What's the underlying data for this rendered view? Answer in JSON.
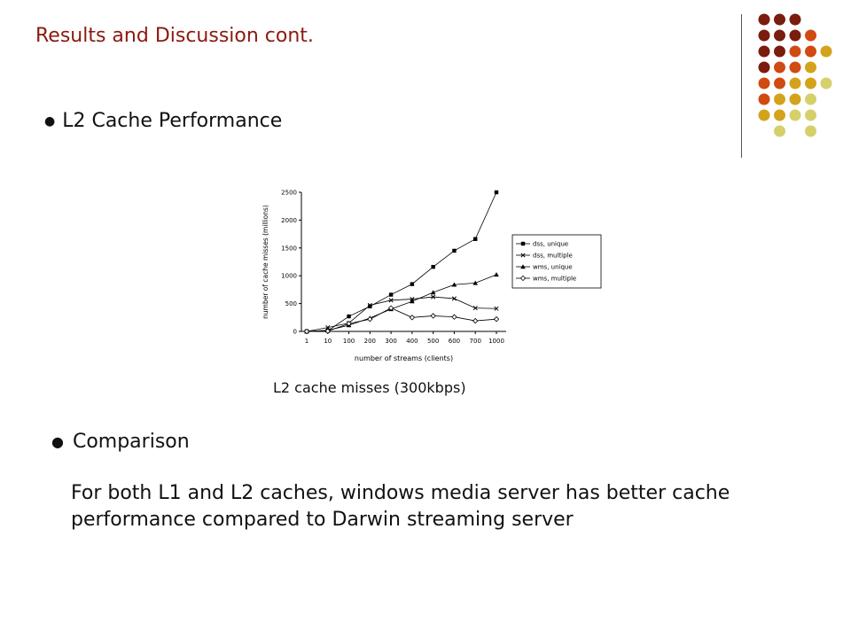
{
  "slide": {
    "title": "Results and Discussion cont.",
    "bullet_1": "L2 Cache Performance",
    "caption": "L2 cache misses (300kbps)",
    "bullet_2": "Comparison",
    "body": "For both L1 and L2 caches, windows media server has better cache performance compared to Darwin streaming server"
  },
  "decor": {
    "colors": [
      "#7a1c0e",
      "#d04a12",
      "#d3a31c",
      "#d6d06a"
    ],
    "dot_color_rows": [
      [
        0,
        0,
        0,
        -1
      ],
      [
        0,
        0,
        0,
        1,
        -1
      ],
      [
        0,
        0,
        1,
        1,
        2
      ],
      [
        0,
        1,
        1,
        2,
        -1
      ],
      [
        1,
        1,
        2,
        2,
        3
      ],
      [
        1,
        2,
        2,
        3,
        -1
      ],
      [
        2,
        2,
        3,
        3,
        -1
      ],
      [
        -1,
        3,
        -1,
        3,
        -1
      ]
    ]
  },
  "chart_data": {
    "type": "line",
    "categories": [
      "1",
      "10",
      "100",
      "200",
      "300",
      "400",
      "500",
      "600",
      "700",
      "1000"
    ],
    "xlabel": "number of streams (clients)",
    "ylabel": "number of cache misses (millions)",
    "ylim": [
      0,
      2500
    ],
    "yticks": [
      0,
      500,
      1000,
      1500,
      2000,
      2500
    ],
    "legend_position": "right",
    "series": [
      {
        "name": "dss, unique",
        "marker": "square",
        "values": [
          0,
          10,
          270,
          450,
          660,
          850,
          1160,
          1450,
          1660,
          2500
        ]
      },
      {
        "name": "dss, multiple",
        "marker": "x",
        "values": [
          0,
          70,
          150,
          470,
          560,
          580,
          620,
          590,
          420,
          410
        ]
      },
      {
        "name": "wms, unique",
        "marker": "triangle",
        "values": [
          0,
          20,
          110,
          240,
          400,
          540,
          700,
          840,
          870,
          1020
        ]
      },
      {
        "name": "wms, multiple",
        "marker": "diamond",
        "values": [
          0,
          5,
          140,
          220,
          420,
          250,
          280,
          260,
          190,
          220
        ]
      }
    ]
  }
}
